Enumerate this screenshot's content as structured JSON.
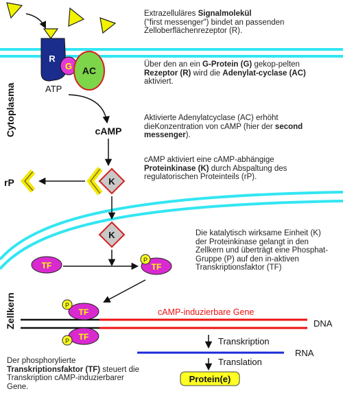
{
  "colors": {
    "membrane": "#33e6f2",
    "receptor": "#1a2d8c",
    "g_protein": "#e23ad9",
    "adenylatcyclase": "#7dd54a",
    "signal": "#f2f200",
    "kinase": "#c8c8c8",
    "kinase_border": "#d42020",
    "regulatory": "#f2e600",
    "tf": "#d92ad0",
    "tf_text": "#ffff00",
    "gene": "#ee1111",
    "dna_strand": "#111111",
    "rna": "#1a2ad8",
    "protein_box": "#ffff22"
  },
  "labels": {
    "cytoplasma": "Cytoplasma",
    "zellkern": "Zellkern",
    "receptor": "R",
    "g_protein": "G",
    "ac": "AC",
    "atp": "ATP",
    "camp": "cAMP",
    "rp": "rP",
    "kinase": "K",
    "tf": "TF",
    "p": "P",
    "genes": "cAMP-induzierbare Gene",
    "dna": "DNA",
    "rna": "RNA",
    "transkription": "Transkription",
    "translation": "Translation",
    "protein": "Protein(e)"
  },
  "explanations": {
    "e1": {
      "t1": "Extrazelluläres ",
      "b1": "Signalmolekül",
      "t2": "(\"first messenger\") bindet an passenden Zelloberflächenrezeptor (R)."
    },
    "e2": {
      "t1": "Über den an ein ",
      "b1": "G-Protein (G)",
      "t2": " gekop-pelten ",
      "b2": "Rezeptor (R)",
      "t3": " wird die ",
      "b3": "Adenylat-cyclase (AC)",
      "t4": " aktiviert."
    },
    "e3": {
      "t1": "Aktivierte Adenylatcyclase (AC) erhöht dieKonzentration von cAMP (hier der ",
      "b1": "second messenger",
      "t2": ")."
    },
    "e4": {
      "t1": "cAMP aktiviert eine cAMP-abhängige ",
      "b1": "Proteinkinase (K)",
      "t2": " durch Abspaltung des regulatorischen Proteinteils (rP)."
    },
    "e5": {
      "t1": "Die katalytisch wirksame Einheit (K) der Proteinkinase gelangt in den Zellkern und überträgt eine Phosphat-Gruppe (P) auf den in-aktiven Transkriptionsfaktor (TF)"
    },
    "e6": {
      "t1": "Der phosphorylierte ",
      "b1": "Transkriptionsfaktor (TF)",
      "t2": " steuert die Transkription cAMP-induzierbarer Gene."
    }
  }
}
